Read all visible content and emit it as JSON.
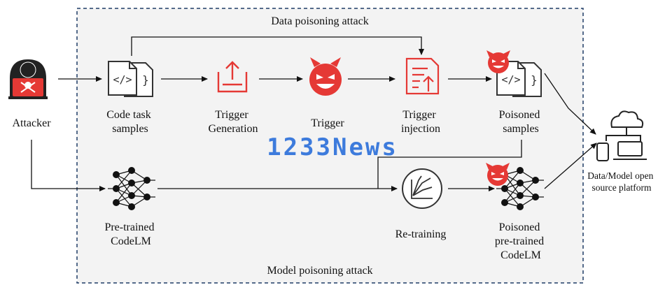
{
  "diagram": {
    "data_poisoning_title": "Data poisoning attack",
    "model_poisoning_title": "Model poisoning attack",
    "attacker": "Attacker",
    "code_task_samples": [
      "Code task",
      "samples"
    ],
    "trigger_generation": [
      "Trigger",
      "Generation"
    ],
    "trigger": "Trigger",
    "trigger_injection": [
      "Trigger",
      "injection"
    ],
    "poisoned_samples": [
      "Poisoned",
      "samples"
    ],
    "pretrained_codelm": [
      "Pre-trained",
      "CodeLM"
    ],
    "retraining": "Re-training",
    "poisoned_pretrained_codelm": [
      "Poisoned",
      "pre-trained",
      "CodeLM"
    ],
    "platform": [
      "Data/Model open",
      "source platform"
    ],
    "watermark": "1233News"
  },
  "colors": {
    "accent_red": "#e53935",
    "panel_bg": "#f3f3f3",
    "dashed_border": "#1f3c66",
    "icon_dark": "#222222",
    "watermark": "#3d7bdc"
  },
  "icons": [
    "hacker-icon",
    "code-file-icon",
    "upload-tray-icon",
    "devil-face-icon",
    "document-inject-icon",
    "neural-network-icon",
    "retraining-chart-icon",
    "cloud-devices-icon"
  ]
}
